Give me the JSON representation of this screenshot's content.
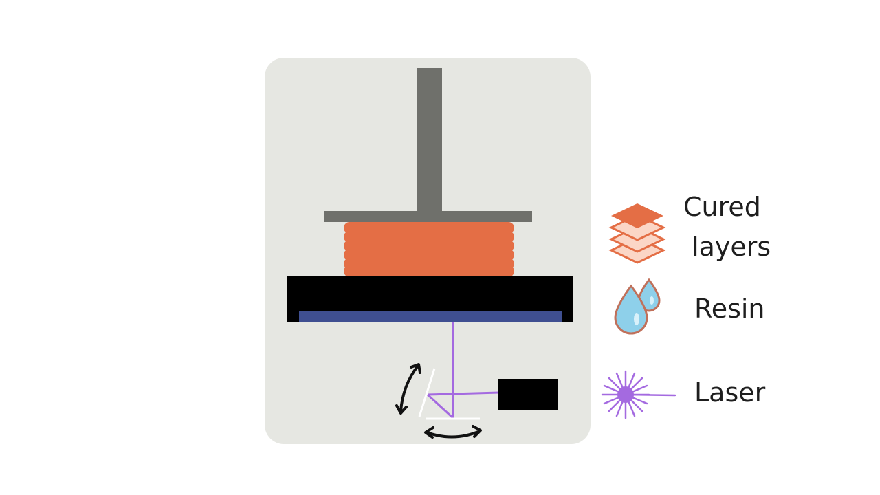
{
  "colors": {
    "background": "#ffffff",
    "panel": "#e6e7e2",
    "build_arm": "#6f706b",
    "cured_layers": "#e46e45",
    "vat": "#000000",
    "resin_window": "#3f4f91",
    "laser_beam": "#a46ae0",
    "mirror": "#ffffff",
    "resin_drop": "#8ed0ea",
    "resin_drop_outline": "#c0705a"
  },
  "icons": {
    "cured_layers": "stacked-layers-icon",
    "resin": "water-drops-icon",
    "laser": "laser-burst-icon",
    "tilt_arrow": "curved-double-arrow-icon",
    "rotate_arrow": "curved-double-arrow-icon"
  },
  "legend": {
    "cured_layers_label": "Cured\n layers",
    "resin_label": "Resin",
    "laser_label": "Laser"
  }
}
